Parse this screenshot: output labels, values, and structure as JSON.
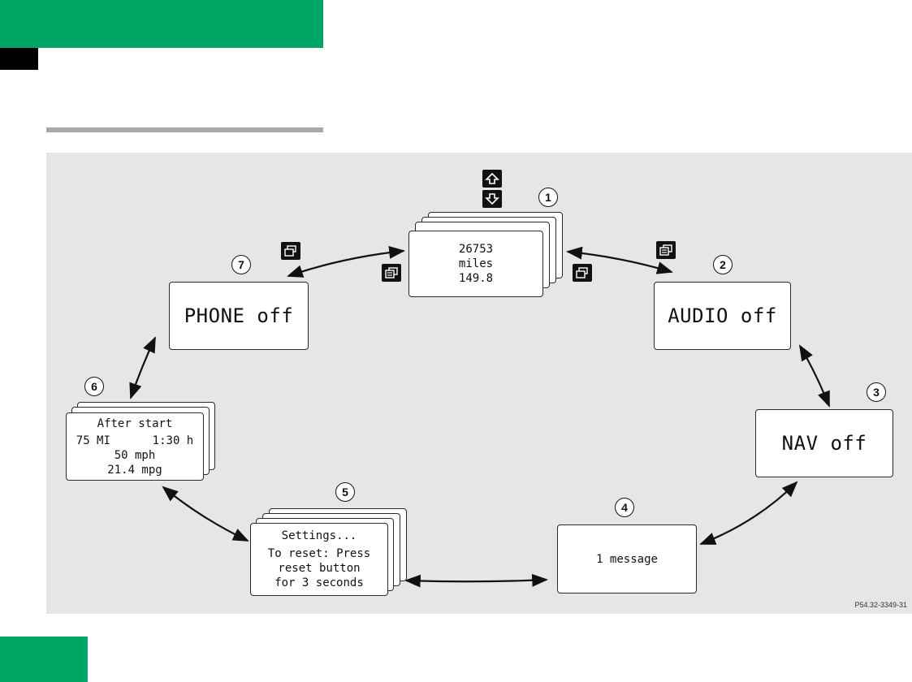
{
  "colors": {
    "accent_green": "#00a665",
    "panel_gray": "#e6e6e6",
    "rule_gray": "#a8a8a8",
    "line_dark": "#111111"
  },
  "icons": {
    "up_button": "scroll-up-icon",
    "down_button": "scroll-down-icon",
    "menu_button": "menu-page-icon",
    "back_button": "back-page-icon"
  },
  "screens": {
    "s1": {
      "number": "1",
      "line1": "26753",
      "line2": "miles",
      "line3": "149.8"
    },
    "s2": {
      "number": "2",
      "text": "AUDIO off"
    },
    "s3": {
      "number": "3",
      "text": "NAV off"
    },
    "s4": {
      "number": "4",
      "text": "1 message"
    },
    "s5": {
      "number": "5",
      "line1": "Settings...",
      "line2": "To reset: Press",
      "line3": "reset button",
      "line4": "for 3 seconds"
    },
    "s6": {
      "number": "6",
      "line1": "After start",
      "line2a": "75 MI",
      "line2b": "1:30 h",
      "line3": "50 mph",
      "line4": "21.4 mpg"
    },
    "s7": {
      "number": "7",
      "text": "PHONE off"
    }
  },
  "reference_code": "P54.32-3349-31"
}
